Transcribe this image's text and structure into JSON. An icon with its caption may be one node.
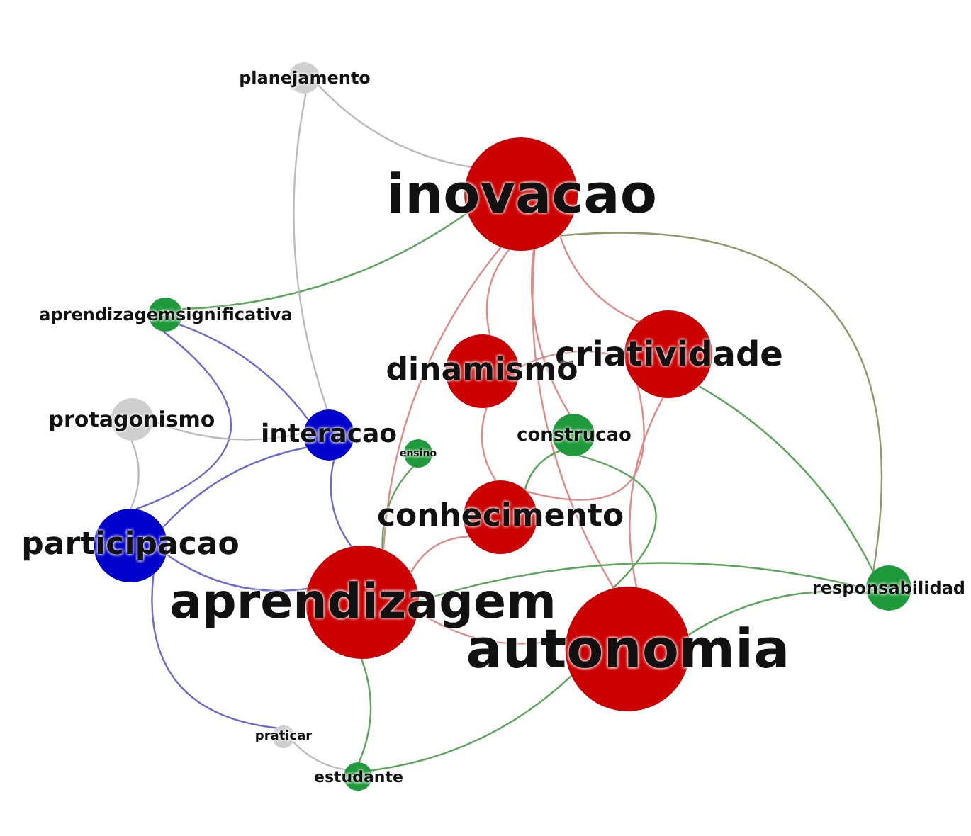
{
  "diagram": {
    "nodes": [
      {
        "text": [
          "inovacao"
        ]
      },
      {
        "text": [
          "planejamento"
        ]
      },
      {
        "text": [
          "aprendizagemsignificativa"
        ]
      },
      {
        "text": [
          "criatividade"
        ]
      },
      {
        "text": [
          "dinamismo"
        ]
      },
      {
        "text": [
          "protagonismo"
        ]
      },
      {
        "text": [
          "interacao"
        ]
      },
      {
        "text": [
          "ensino"
        ]
      },
      {
        "text": [
          "construcao"
        ]
      },
      {
        "text": [
          "conhecimento"
        ]
      },
      {
        "text": [
          "participacao"
        ]
      },
      {
        "text": [
          "aprendizagem"
        ]
      },
      {
        "text": [
          "autonomia"
        ]
      },
      {
        "text": [
          "responsabilidad"
        ]
      },
      {
        "text": [
          "praticar"
        ]
      },
      {
        "text": [
          "estudante"
        ]
      }
    ],
    "edges": [
      {
        "from": 0,
        "to": 3,
        "arrow": "none"
      },
      {
        "from": 0,
        "to": 4,
        "arrow": "none"
      },
      {
        "from": 0,
        "to": 11,
        "arrow": "none"
      },
      {
        "from": 0,
        "to": 12,
        "arrow": "none"
      },
      {
        "from": 3,
        "to": 4,
        "arrow": "none"
      },
      {
        "from": 3,
        "to": 12,
        "arrow": "none"
      },
      {
        "from": 3,
        "to": 9,
        "arrow": "none"
      },
      {
        "from": 4,
        "to": 9,
        "arrow": "none"
      },
      {
        "from": 9,
        "to": 11,
        "arrow": "none"
      },
      {
        "from": 11,
        "to": 12,
        "arrow": "none"
      },
      {
        "from": 0,
        "to": 8,
        "arrow": "none"
      },
      {
        "from": 8,
        "to": 12,
        "arrow": "none",
        "color": "#5aa65a"
      },
      {
        "from": 8,
        "to": 9,
        "arrow": "none",
        "color": "#5aa65a"
      },
      {
        "from": 13,
        "to": 12,
        "arrow": "none",
        "color": "#5aa65a"
      },
      {
        "from": 13,
        "to": 3,
        "arrow": "none",
        "color": "#5aa65a"
      },
      {
        "from": 13,
        "to": 0,
        "arrow": "none",
        "color": "#8a9a6a"
      },
      {
        "from": 13,
        "to": 11,
        "arrow": "none",
        "color": "#5aa65a"
      },
      {
        "from": 6,
        "to": 11,
        "arrow": "none",
        "color": "#6a6ad0"
      },
      {
        "from": 6,
        "to": 10,
        "arrow": "none",
        "color": "#6a6ad0"
      },
      {
        "from": 10,
        "to": 11,
        "arrow": "none",
        "color": "#6a6ad0"
      },
      {
        "from": 10,
        "to": 2,
        "arrow": "none",
        "color": "#6a6ad0"
      },
      {
        "from": 10,
        "to": 5,
        "arrow": "none",
        "color": "#bbbbbb"
      },
      {
        "from": 6,
        "to": 2,
        "arrow": "none",
        "color": "#6a6ad0"
      },
      {
        "from": 2,
        "to": 0,
        "arrow": "none",
        "color": "#5aa65a"
      },
      {
        "from": 1,
        "to": 6,
        "arrow": "none",
        "color": "#bbbbbb"
      },
      {
        "from": 1,
        "to": 0,
        "arrow": "none",
        "color": "#bbbbbb"
      },
      {
        "from": 7,
        "to": 11,
        "arrow": "none",
        "color": "#5aa65a"
      },
      {
        "from": 15,
        "to": 11,
        "arrow": "none",
        "color": "#5aa65a"
      },
      {
        "from": 15,
        "to": 12,
        "arrow": "none",
        "color": "#5aa65a"
      },
      {
        "from": 14,
        "to": 10,
        "arrow": "none",
        "color": "#6a6ad0"
      },
      {
        "from": 14,
        "to": 15,
        "arrow": "none",
        "color": "#bbbbbb"
      },
      {
        "from": 5,
        "to": 6,
        "arrow": "none",
        "color": "#bbbbbb"
      }
    ]
  }
}
